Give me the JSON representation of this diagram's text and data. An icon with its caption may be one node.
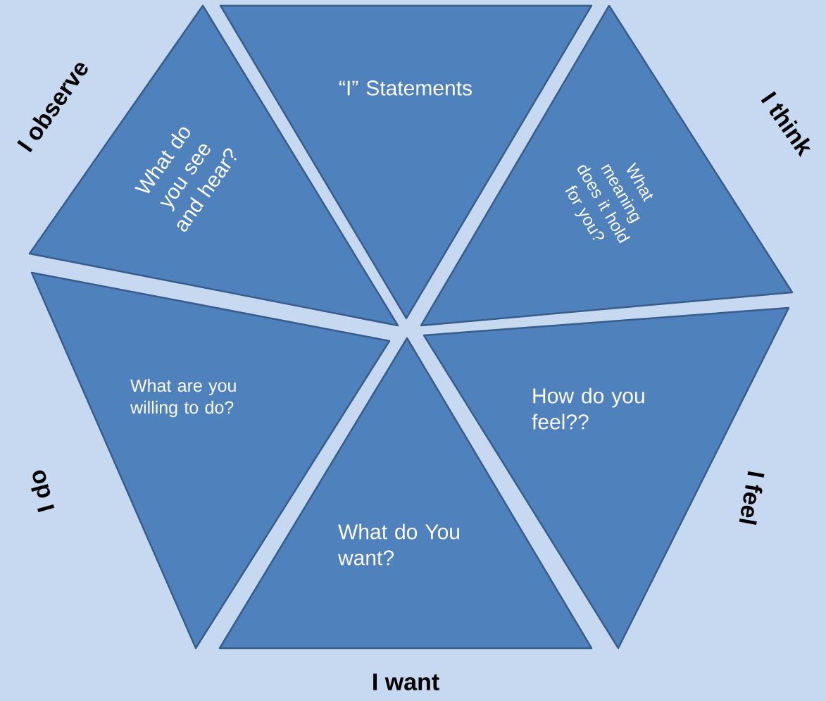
{
  "diagram": {
    "nodes": [
      {
        "text": [
          "What do you see and hear?"
        ],
        "beside": [
          "I observe"
        ]
      },
      {
        "text": [
          "“I” Statements"
        ]
      },
      {
        "text": [
          "What meaning does it hold for you?"
        ],
        "beside": [
          "I think"
        ]
      },
      {
        "text": [
          "What are you willing to do?"
        ],
        "beside": [
          "I do"
        ]
      },
      {
        "text": [
          "What do You want?"
        ],
        "beside": [
          "I want"
        ]
      },
      {
        "text": [
          "How do you feel??"
        ],
        "beside": [
          "I feel"
        ]
      }
    ]
  }
}
